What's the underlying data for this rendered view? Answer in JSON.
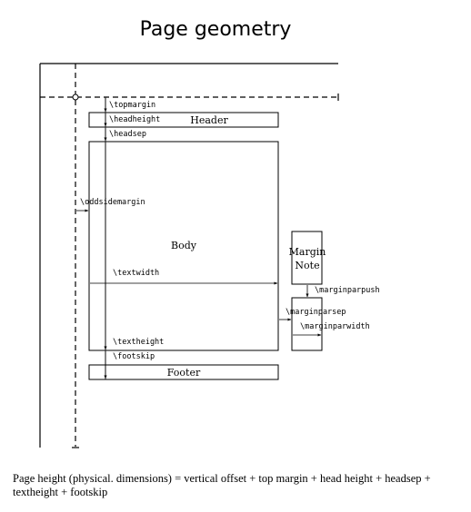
{
  "title": "Page geometry",
  "labels": {
    "topmargin": "\\topmargin",
    "headheight": "\\headheight",
    "headsep": "\\headsep",
    "oddsidemargin": "\\oddsidemargin",
    "textwidth": "\\textwidth",
    "textheight": "\\textheight",
    "footskip": "\\footskip",
    "marginparpush": "\\marginparpush",
    "marginparsep": "\\marginparsep",
    "marginparwidth": "\\marginparwidth"
  },
  "boxes": {
    "header": "Header",
    "body": "Body",
    "margin_note_line1": "Margin",
    "margin_note_line2": "Note",
    "footer": "Footer"
  },
  "caption": "Page height (physical. dimensions) = vertical offset + top margin + head height + headsep + textheight + footskip"
}
